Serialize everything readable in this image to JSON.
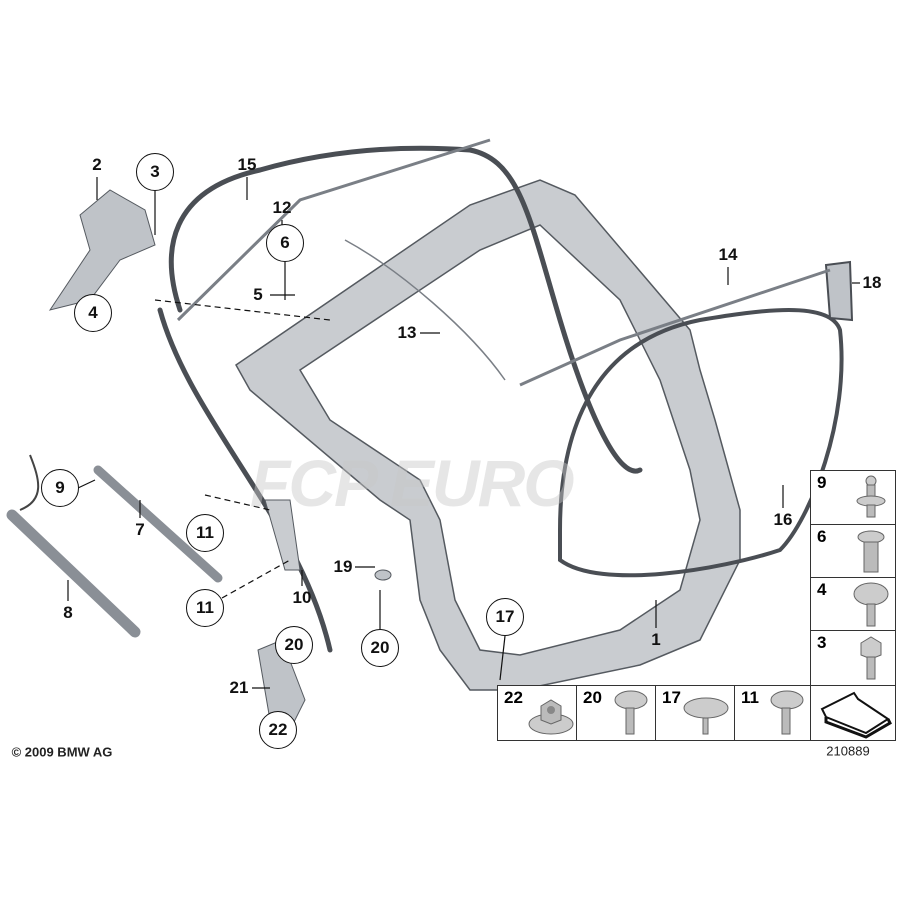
{
  "watermark": "FCP EURO",
  "callouts": {
    "c1": "1",
    "c2": "2",
    "c3": "3",
    "c4": "4",
    "c5": "5",
    "c6": "6",
    "c7": "7",
    "c8": "8",
    "c9": "9",
    "c10": "10",
    "c11a": "11",
    "c11b": "11",
    "c12": "12",
    "c13": "13",
    "c14": "14",
    "c15": "15",
    "c16": "16",
    "c17": "17",
    "c18": "18",
    "c19": "19",
    "c20a": "20",
    "c20b": "20",
    "c21": "21",
    "c22": "22"
  },
  "hardware_table": {
    "side": [
      "9",
      "6",
      "4",
      "3"
    ],
    "bottom": [
      "22",
      "20",
      "17",
      "11"
    ]
  },
  "copyright": "© 2009 BMW AG",
  "diagram_number": "210889",
  "colors": {
    "part_fill": "#c9ccd0",
    "part_stroke": "#555a60",
    "seal": "#4a4e54"
  }
}
